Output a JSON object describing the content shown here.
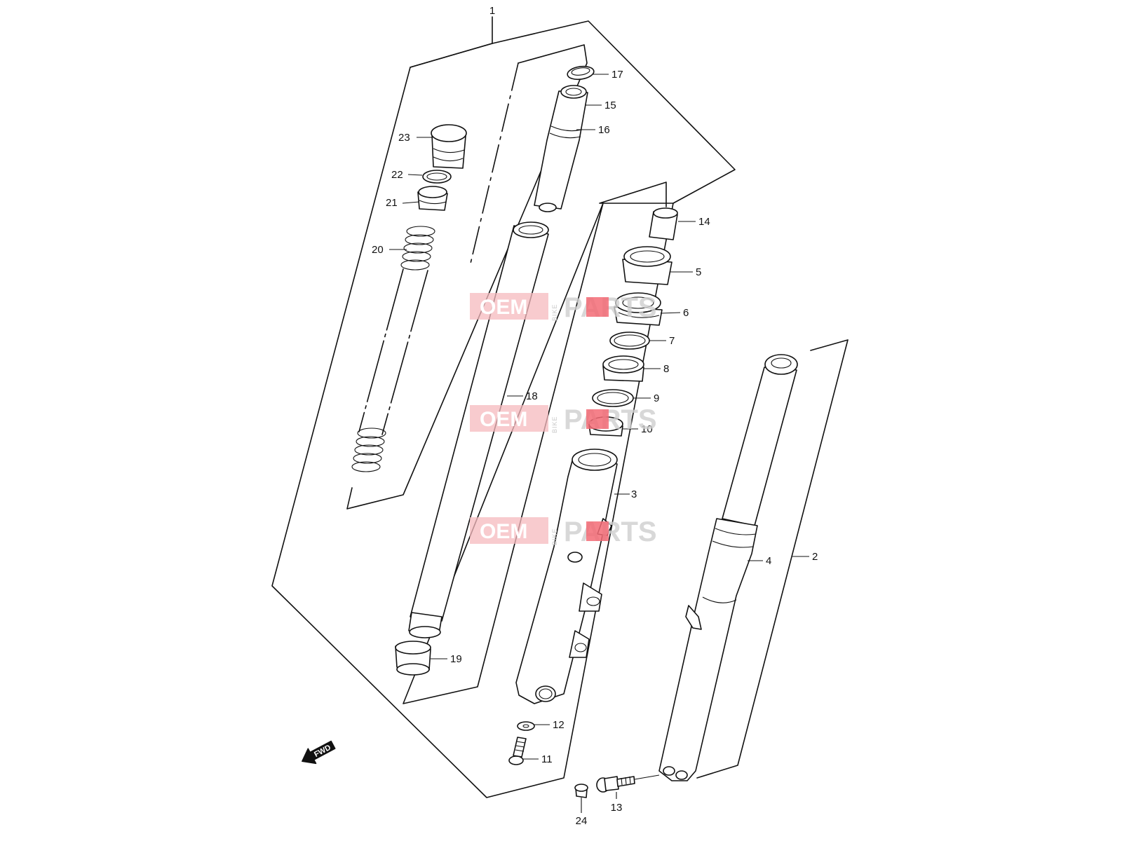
{
  "diagram": {
    "part_numbers": [
      "1",
      "2",
      "3",
      "4",
      "5",
      "6",
      "7",
      "8",
      "9",
      "10",
      "11",
      "12",
      "13",
      "14",
      "15",
      "16",
      "17",
      "18",
      "19",
      "20",
      "21",
      "22",
      "23",
      "24"
    ],
    "watermark": {
      "oem": "OEM",
      "bike": "BIKE",
      "parts": "PARTS"
    },
    "fwd_label": "FWD"
  },
  "colors": {
    "line": "#111111",
    "watermark_red": "#f36b76",
    "watermark_gray": "#cfcfcf"
  }
}
